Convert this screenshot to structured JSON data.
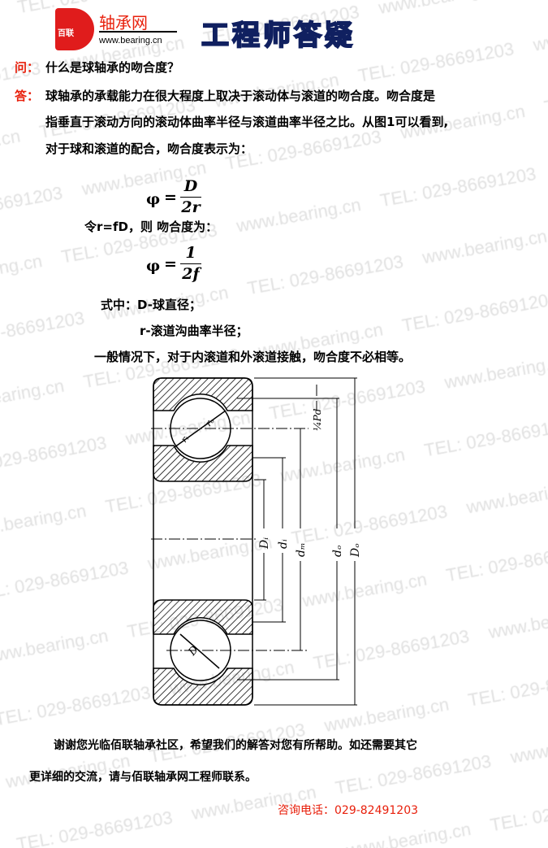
{
  "header": {
    "logo_badge": "百联",
    "logo_name": "轴承网",
    "logo_url": "www.bearing.cn",
    "title": "工程师答疑"
  },
  "watermark": {
    "site": "www.bearing.cn",
    "tel": "TEL: 029-86691203"
  },
  "question": {
    "label": "问：",
    "text": "什么是球轴承的吻合度？"
  },
  "answer": {
    "label": "答：",
    "lines": [
      "球轴承的承载能力在很大程度上取决于滚动体与滚道的吻合度。吻合度是",
      "指垂直于滚动方向的滚动体曲率半径与滚道曲率半径之比。从图1可以看到,",
      "对于球和滚道的配合，吻合度表示为："
    ],
    "formula1": {
      "lhs": "φ",
      "eq": "=",
      "num": "D",
      "den": "2r"
    },
    "let_text": "令r=fD，则 吻合度为：",
    "formula2": {
      "lhs": "φ",
      "eq": "=",
      "num": "1",
      "den": "2f"
    },
    "where1": "式中：D-球直径；",
    "where2": "r-滚道沟曲率半径；",
    "conclusion": "一般情况下，对于内滚道和外滚道接触，吻合度不必相等。"
  },
  "diagram": {
    "labels": {
      "Di": "Dᵢ",
      "di": "dᵢ",
      "dm": "dₘ",
      "do": "dₒ",
      "Do": "Dₒ",
      "pd": "¼Pd",
      "D": "D",
      "ri": "rᵢ",
      "ro": "rₒ"
    }
  },
  "footer": {
    "line1": "谢谢您光临佰联轴承社区，希望我们的解答对您有所帮助。如还需要其它",
    "line2": "更详细的交流，请与佰联轴承网工程师联系。",
    "contact": "咨询电话：029-82491203"
  }
}
